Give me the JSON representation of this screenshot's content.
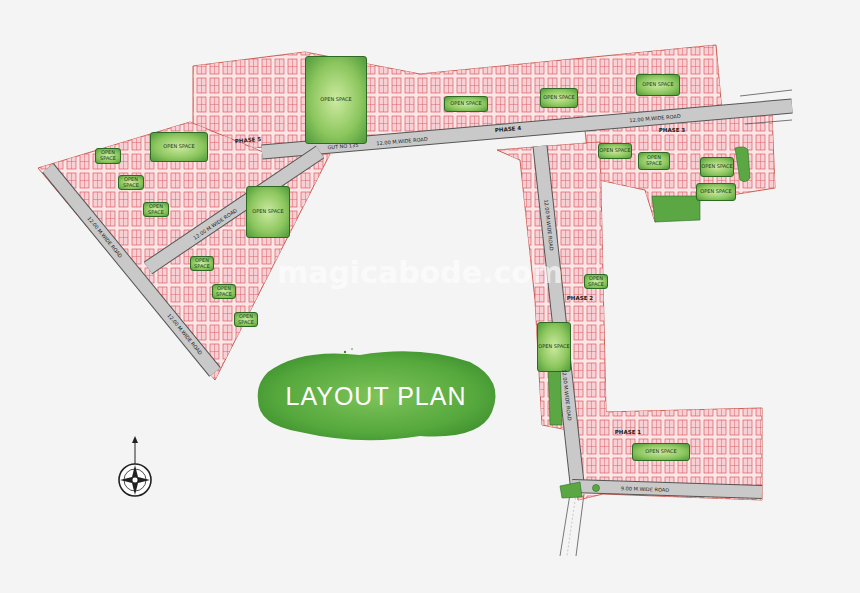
{
  "diagram": {
    "title": "LAYOUT PLAN",
    "nodes": [
      {
        "text": [
          "OPEN SPACE"
        ]
      },
      {
        "text": [
          "OPEN SPACE"
        ]
      },
      {
        "text": [
          "OPEN SPACE"
        ]
      },
      {
        "text": [
          "OPEN SPACE"
        ]
      },
      {
        "text": [
          "OPEN SPACE"
        ]
      },
      {
        "text": [
          "OPEN SPACE"
        ]
      },
      {
        "text": [
          "OPEN SPACE"
        ]
      },
      {
        "text": [
          "OPEN SPACE"
        ]
      },
      {
        "text": [
          "OPEN SPACE"
        ]
      },
      {
        "text": [
          "OPEN SPACE"
        ]
      },
      {
        "text": [
          "OPEN SPACE"
        ]
      },
      {
        "text": [
          "OPEN SPACE"
        ]
      },
      {
        "text": [
          "OPEN SPACE"
        ]
      },
      {
        "text": [
          "OPEN SPACE"
        ]
      },
      {
        "text": [
          "OPEN SPACE"
        ]
      },
      {
        "text": [
          "OPEN SPACE"
        ]
      },
      {
        "text": [
          "OPEN SPACE"
        ]
      },
      {
        "text": [
          "OPEN SPACE"
        ]
      },
      {
        "text": [
          "OPEN SPACE"
        ]
      }
    ],
    "labels": [
      "PHASE 5",
      "GUT NO 135",
      "12.00 M.WIDE ROAD",
      "PHASE 4",
      "12.00 M.WIDE ROAD",
      "PHASE 3",
      "12.00 M.WIDE ROAD",
      "12.00 M.WIDE ROAD",
      "12.00 M.WIDE ROAD",
      "12.00 M.WIDE ROAD",
      "PHASE 2",
      "12.00 M.WIDE ROAD",
      "PHASE 1",
      "9.00 M.WIDE ROAD",
      "magicabode.com"
    ]
  }
}
